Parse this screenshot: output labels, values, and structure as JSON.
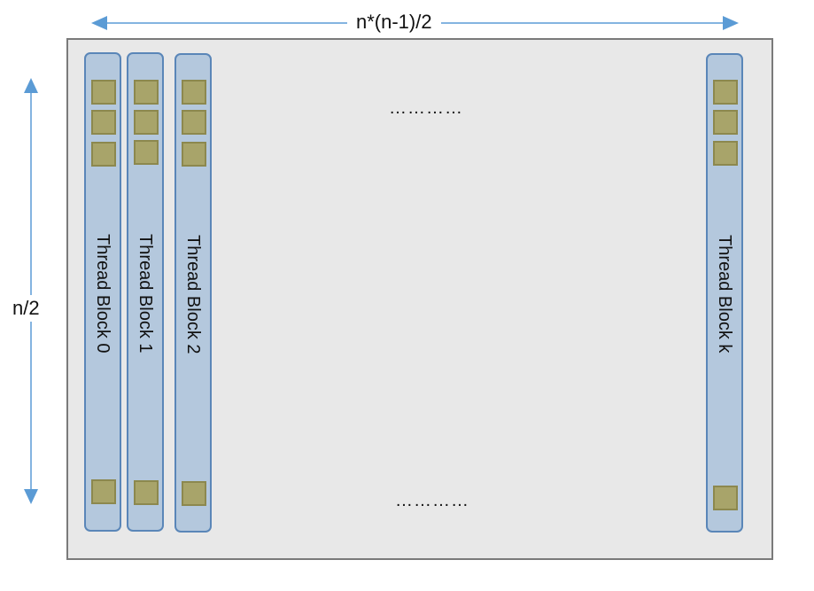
{
  "dimensions": {
    "width_label": "n*(n-1)/2",
    "height_label": "n/2"
  },
  "ellipsis": {
    "top": "…………",
    "bottom": "…………"
  },
  "thread_blocks": [
    {
      "label": "Thread Block 0"
    },
    {
      "label": "Thread Block 1"
    },
    {
      "label": "Thread Block 2"
    },
    {
      "label": "Thread Block k"
    }
  ],
  "colors": {
    "arrow": "#5b9bd5",
    "block_fill": "#b4c8dd",
    "block_border": "#5a86b8",
    "thread_fill": "#a8a46a",
    "grid_fill": "#e8e8e8"
  }
}
